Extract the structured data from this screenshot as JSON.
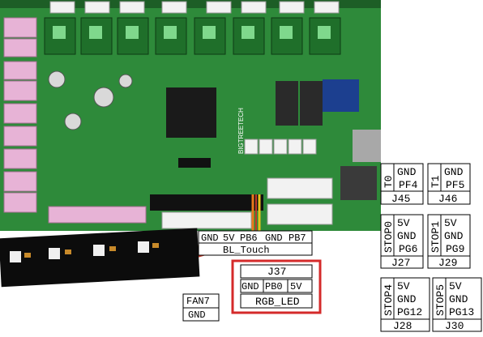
{
  "colors": {
    "pcb": "#2e8a3a",
    "pcb_dark": "#1d5e26",
    "driver": "#1f6f2a",
    "connector_pink": "#e7b3d6",
    "connector_white": "#f2f2f2",
    "highlight_red": "#d42a2a",
    "chip": "#1a1a1a",
    "led_strip": "#0c0c0c",
    "wire_orange": "#e87a1c",
    "wire_yellow": "#e8c21c"
  },
  "board": {
    "chip_label": "BIGTREETECH"
  },
  "header_strip": {
    "pins": [
      "GND",
      "5V",
      "PB6",
      "GND",
      "PB7"
    ],
    "name": "BL_Touch"
  },
  "j37": {
    "title": "J37",
    "pins": [
      "GND",
      "PB0",
      "5V"
    ],
    "name": "RGB_LED"
  },
  "fan": {
    "label": "FAN7",
    "sub": "GND"
  },
  "pin_boxes": [
    {
      "rotated": "T0",
      "lines": [
        "GND",
        "PF4"
      ],
      "footer": "J45"
    },
    {
      "rotated": "T1",
      "lines": [
        "GND",
        "PF5"
      ],
      "footer": "J46"
    },
    {
      "rotated": "STOP0",
      "lines": [
        "5V",
        "GND",
        "PG6"
      ],
      "footer": "J27"
    },
    {
      "rotated": "STOP1",
      "lines": [
        "5V",
        "GND",
        "PG9"
      ],
      "footer": "J29"
    },
    {
      "rotated": "STOP4",
      "lines": [
        "5V",
        "GND",
        "PG12"
      ],
      "footer": "J28"
    },
    {
      "rotated": "STOP5",
      "lines": [
        "5V",
        "GND",
        "PG13"
      ],
      "footer": "J30"
    }
  ]
}
